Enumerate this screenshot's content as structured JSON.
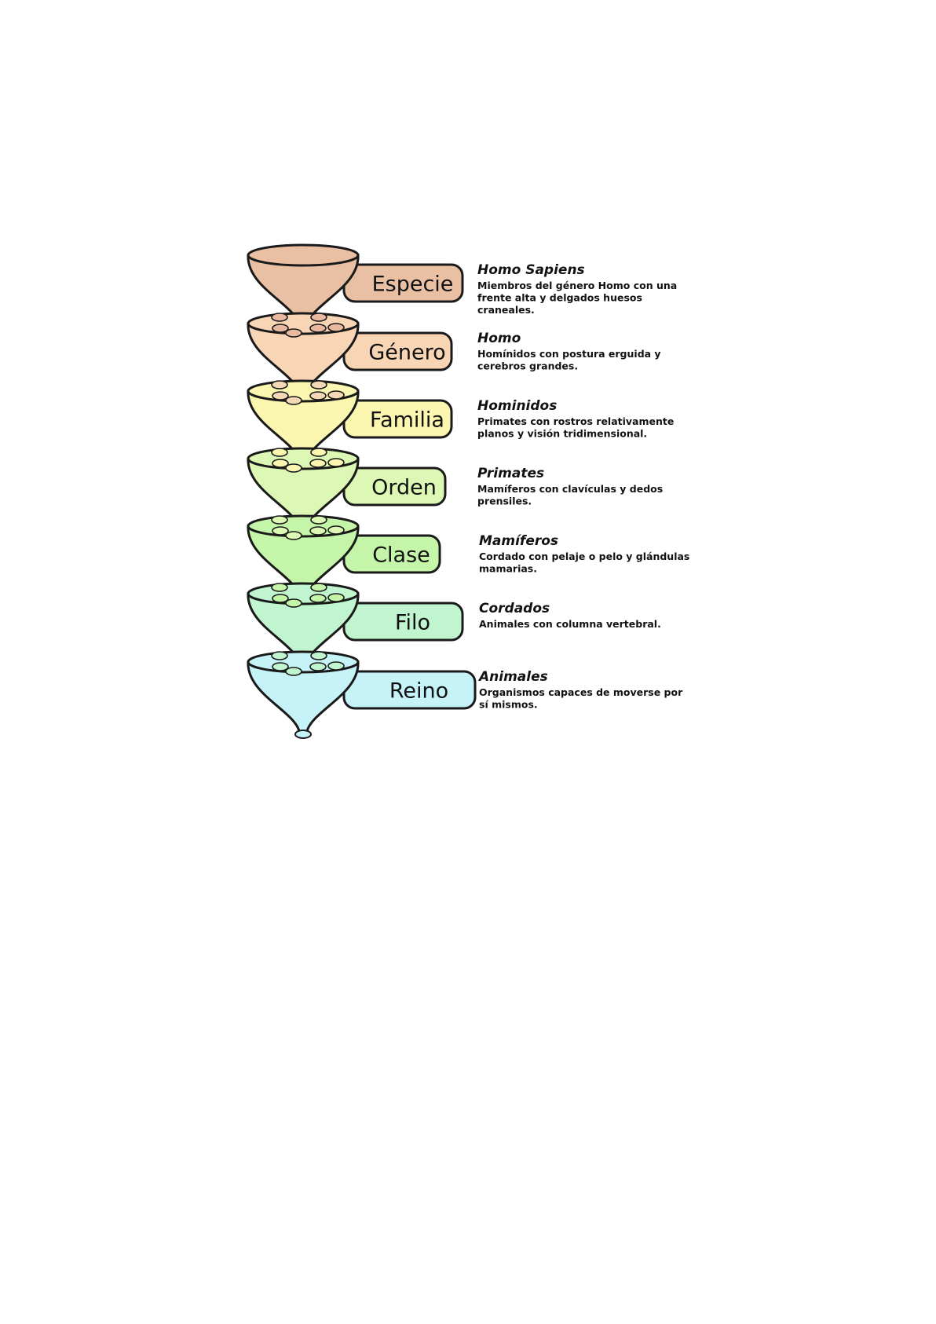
{
  "levels": [
    {
      "rank": "Especie",
      "name": "Homo Sapiens",
      "description": [
        "Miembros del género Homo con una",
        "frente alta y delgados huesos",
        "craneales."
      ],
      "color": "#e9c0a3",
      "hole_color": "#e9c0a3"
    },
    {
      "rank": "Género",
      "name": "Homo",
      "description": [
        "Homínidos con postura erguida y",
        "cerebros grandes."
      ],
      "color": "#f8d6b5",
      "hole_color": "#e8b8a0"
    },
    {
      "rank": "Familia",
      "name": "Hominidos",
      "description": [
        "Primates con rostros relativamente",
        "planos y visión tridimensional."
      ],
      "color": "#fbf6b0",
      "hole_color": "#f5d8b5"
    },
    {
      "rank": "Orden",
      "name": "Primates",
      "description": [
        "Mamíferos con clavículas y dedos",
        "prensiles."
      ],
      "color": "#dcf8b4",
      "hole_color": "#fbf6b0"
    },
    {
      "rank": "Clase",
      "name": "Mamíferos",
      "description": [
        "Cordado con pelaje o pelo y glándulas",
        "mamarias."
      ],
      "color": "#c4f5a8",
      "hole_color": "#dcf8b4"
    },
    {
      "rank": "Filo",
      "name": "Cordados",
      "description": [
        "Animales con columna vertebral."
      ],
      "color": "#c0f5d0",
      "hole_color": "#c4f5a8"
    },
    {
      "rank": "Reino",
      "name": "Animales",
      "description": [
        "Organismos capaces de moverse por",
        "sí mismos."
      ],
      "color": "#c6f3f7",
      "hole_color": "#c0f5d0"
    }
  ]
}
